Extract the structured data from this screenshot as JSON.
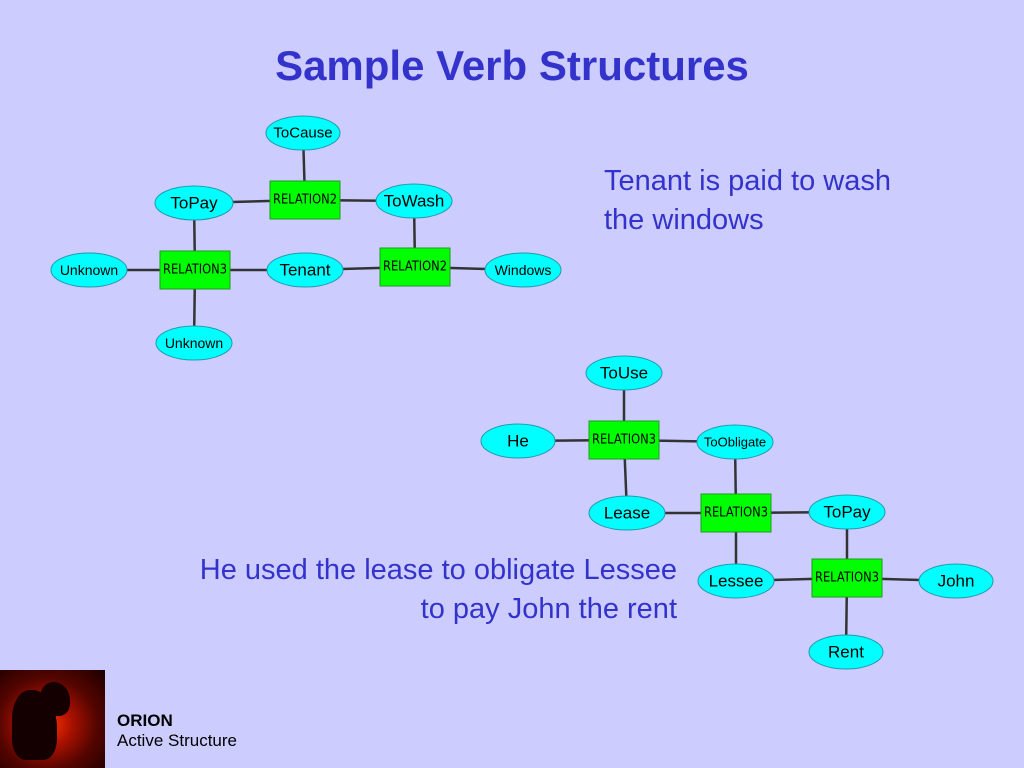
{
  "slide": {
    "title": "Sample Verb Structures",
    "caption_top": [
      "Tenant is paid to wash",
      "the windows"
    ],
    "caption_bottom": [
      "He used the lease to obligate Lessee",
      "to pay John the rent"
    ],
    "footer": {
      "brand": "ORION",
      "subtitle": "Active Structure"
    }
  },
  "colors": {
    "background": "#ccccff",
    "title_text": "#3333cc",
    "concept_fill": "#00ffff",
    "relation_fill": "#00ff00"
  },
  "diagram1": {
    "nodes": [
      {
        "id": "tocause",
        "kind": "concept",
        "label": "ToCause"
      },
      {
        "id": "topay",
        "kind": "concept",
        "label": "ToPay"
      },
      {
        "id": "rel2a",
        "kind": "relation",
        "label": "RELATION2"
      },
      {
        "id": "towash",
        "kind": "concept",
        "label": "ToWash"
      },
      {
        "id": "unknown1",
        "kind": "concept",
        "label": "Unknown"
      },
      {
        "id": "rel3a",
        "kind": "relation",
        "label": "RELATION3"
      },
      {
        "id": "tenant",
        "kind": "concept",
        "label": "Tenant"
      },
      {
        "id": "rel2b",
        "kind": "relation",
        "label": "RELATION2"
      },
      {
        "id": "windows",
        "kind": "concept",
        "label": "Windows"
      },
      {
        "id": "unknown2",
        "kind": "concept",
        "label": "Unknown"
      }
    ],
    "edges": [
      [
        "tocause",
        "rel2a"
      ],
      [
        "topay",
        "rel2a"
      ],
      [
        "rel2a",
        "towash"
      ],
      [
        "topay",
        "rel3a"
      ],
      [
        "unknown1",
        "rel3a"
      ],
      [
        "rel3a",
        "tenant"
      ],
      [
        "rel3a",
        "unknown2"
      ],
      [
        "tenant",
        "rel2b"
      ],
      [
        "towash",
        "rel2b"
      ],
      [
        "rel2b",
        "windows"
      ]
    ]
  },
  "diagram2": {
    "nodes": [
      {
        "id": "touse",
        "kind": "concept",
        "label": "ToUse"
      },
      {
        "id": "he",
        "kind": "concept",
        "label": "He"
      },
      {
        "id": "rel3b",
        "kind": "relation",
        "label": "RELATION3"
      },
      {
        "id": "toobligate",
        "kind": "concept",
        "label": "ToObligate"
      },
      {
        "id": "lease",
        "kind": "concept",
        "label": "Lease"
      },
      {
        "id": "rel3c",
        "kind": "relation",
        "label": "RELATION3"
      },
      {
        "id": "topay2",
        "kind": "concept",
        "label": "ToPay"
      },
      {
        "id": "lessee",
        "kind": "concept",
        "label": "Lessee"
      },
      {
        "id": "rel3d",
        "kind": "relation",
        "label": "RELATION3"
      },
      {
        "id": "john",
        "kind": "concept",
        "label": "John"
      },
      {
        "id": "rent",
        "kind": "concept",
        "label": "Rent"
      }
    ],
    "edges": [
      [
        "touse",
        "rel3b"
      ],
      [
        "he",
        "rel3b"
      ],
      [
        "rel3b",
        "toobligate"
      ],
      [
        "rel3b",
        "lease"
      ],
      [
        "lease",
        "rel3c"
      ],
      [
        "toobligate",
        "rel3c"
      ],
      [
        "rel3c",
        "topay2"
      ],
      [
        "rel3c",
        "lessee"
      ],
      [
        "lessee",
        "rel3d"
      ],
      [
        "topay2",
        "rel3d"
      ],
      [
        "rel3d",
        "john"
      ],
      [
        "rel3d",
        "rent"
      ]
    ]
  }
}
